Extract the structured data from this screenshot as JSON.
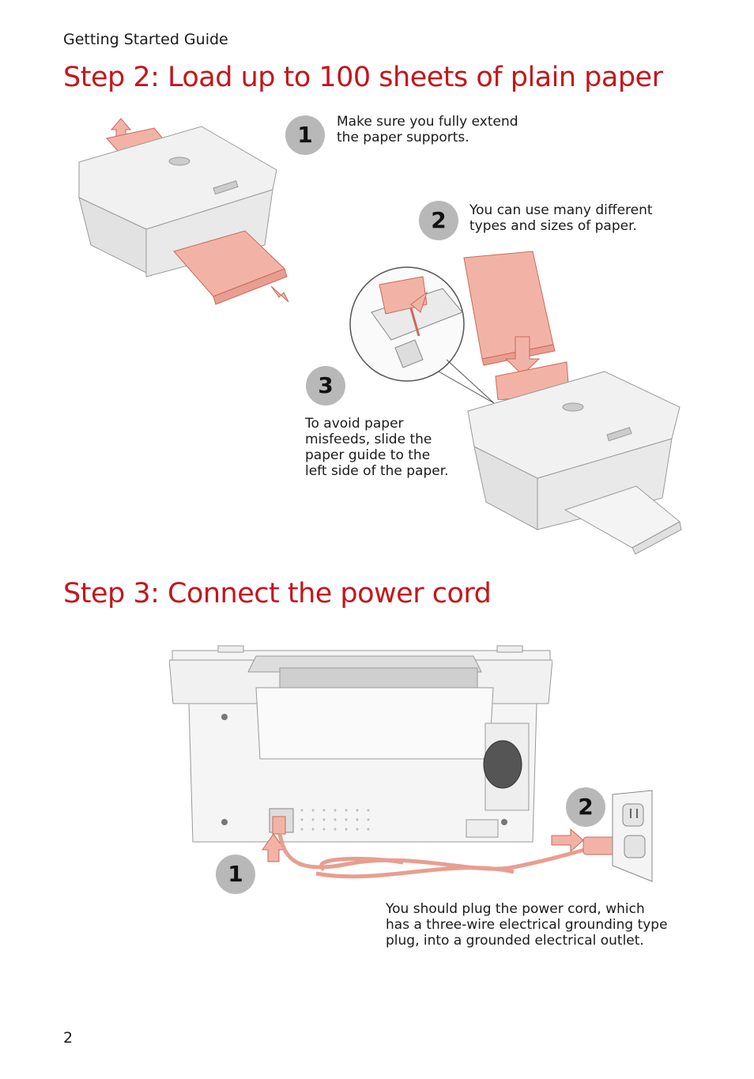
{
  "header": {
    "running_title": "Getting Started Guide"
  },
  "step2": {
    "title": "Step 2: Load up to 100 sheets of plain paper",
    "items": [
      {
        "number": "1",
        "text": "Make sure you fully extend\nthe paper supports."
      },
      {
        "number": "2",
        "text": "You can use many different\ntypes and sizes of paper."
      },
      {
        "number": "3",
        "text": "To avoid paper\nmisfeeds, slide the\npaper guide to the\nleft side of the paper."
      }
    ]
  },
  "step3": {
    "title": "Step 3: Connect the power cord",
    "items": [
      {
        "number": "1"
      },
      {
        "number": "2"
      }
    ],
    "note": "You should plug the power cord, which\nhas a three-wire electrical grounding type\nplug, into a grounded electrical outlet."
  },
  "footer": {
    "page_number": "2"
  },
  "colors": {
    "heading": "#c4161c",
    "callout_circle": "#b8b8b8",
    "highlight_paper": "#f2b3a6"
  }
}
